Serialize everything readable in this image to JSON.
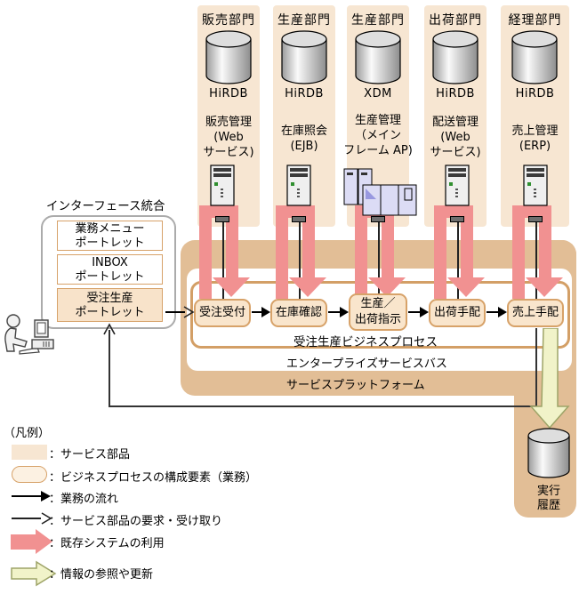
{
  "interface": {
    "title": "インターフェース統合",
    "portlets": [
      {
        "lines": [
          "業務メニュー",
          "ポートレット"
        ]
      },
      {
        "lines": [
          "INBOX",
          "ポートレット"
        ]
      },
      {
        "lines": [
          "受注生産",
          "ポートレット"
        ]
      }
    ]
  },
  "columns": [
    {
      "dept": "販売部門",
      "db": "HiRDB",
      "system_lines": [
        "販売管理",
        "(Web",
        "サービス)"
      ],
      "icon": "server-tower-icon"
    },
    {
      "dept": "生産部門",
      "db": "HiRDB",
      "system_lines": [
        "在庫照会",
        "(EJB)"
      ],
      "icon": "server-tower-icon"
    },
    {
      "dept": "生産部門",
      "db": "XDM",
      "system_lines": [
        "生産管理",
        "（メイン",
        "フレーム AP)"
      ],
      "icon": "mainframe-icon"
    },
    {
      "dept": "出荷部門",
      "db": "HiRDB",
      "system_lines": [
        "配送管理",
        "(Web",
        "サービス)"
      ],
      "icon": "server-tower-icon"
    },
    {
      "dept": "経理部門",
      "db": "HiRDB",
      "system_lines": [
        "売上管理",
        "(ERP)"
      ],
      "icon": "server-tower-icon"
    }
  ],
  "process": {
    "steps": [
      {
        "lines": [
          "受注受付"
        ]
      },
      {
        "lines": [
          "在庫確認"
        ]
      },
      {
        "lines": [
          "生産／",
          "出荷指示"
        ]
      },
      {
        "lines": [
          "出荷手配"
        ]
      },
      {
        "lines": [
          "売上手配"
        ]
      }
    ],
    "bp_label": "受注生産ビジネスプロセス",
    "esb_label": "エンタープライズサービスバス",
    "platform_label": "サービスプラットフォーム"
  },
  "exec_history": {
    "lines": [
      "実行",
      "履歴"
    ],
    "icon": "database-cylinder-icon"
  },
  "legend": {
    "title": "（凡例）",
    "colon": "：",
    "items": [
      "サービス部品",
      "ビジネスプロセスの構成要素（業務）",
      "業務の流れ",
      "サービス部品の要求・受け取り",
      "既存システムの利用",
      "情報の参照や更新"
    ]
  },
  "icons": {
    "database": "database-cylinder-icon",
    "server": "server-tower-icon",
    "mainframe": "mainframe-icon",
    "user": "user-at-terminal-icon"
  },
  "colors": {
    "service_part_bg": "#F7E6D2",
    "platform_bg": "#E2BE96",
    "pill_bg": "#F9E5CC",
    "pill_border": "#D7A269",
    "existing_system_arrow": "#F19191",
    "info_arrow_bg": "#F1F3C9",
    "info_arrow_border": "#9EA468"
  }
}
